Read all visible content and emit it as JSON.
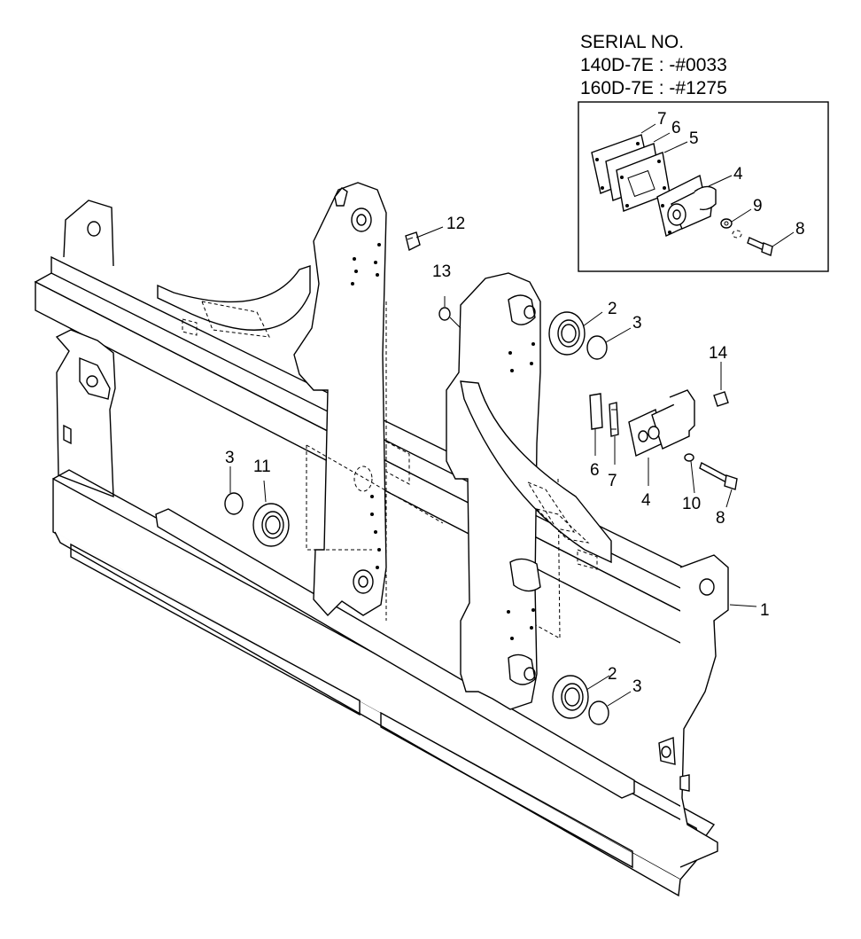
{
  "serial": {
    "heading": "SERIAL NO.",
    "line1": "140D-7E : -#0033",
    "line2": "160D-7E : -#1275"
  },
  "callouts": [
    {
      "id": "c1",
      "label": "1"
    },
    {
      "id": "c2a",
      "label": "2"
    },
    {
      "id": "c3a",
      "label": "3"
    },
    {
      "id": "c2b",
      "label": "2"
    },
    {
      "id": "c3b",
      "label": "3"
    },
    {
      "id": "c3c",
      "label": "3"
    },
    {
      "id": "c11",
      "label": "11"
    },
    {
      "id": "c12",
      "label": "12"
    },
    {
      "id": "c13",
      "label": "13"
    },
    {
      "id": "c14",
      "label": "14"
    },
    {
      "id": "c4a",
      "label": "4"
    },
    {
      "id": "c6a",
      "label": "6"
    },
    {
      "id": "c7a",
      "label": "7"
    },
    {
      "id": "c10",
      "label": "10"
    },
    {
      "id": "c8a",
      "label": "8"
    },
    {
      "id": "c4b",
      "label": "4"
    },
    {
      "id": "c5b",
      "label": "5"
    },
    {
      "id": "c6b",
      "label": "6"
    },
    {
      "id": "c7b",
      "label": "7"
    },
    {
      "id": "c8b",
      "label": "8"
    },
    {
      "id": "c9b",
      "label": "9"
    }
  ]
}
